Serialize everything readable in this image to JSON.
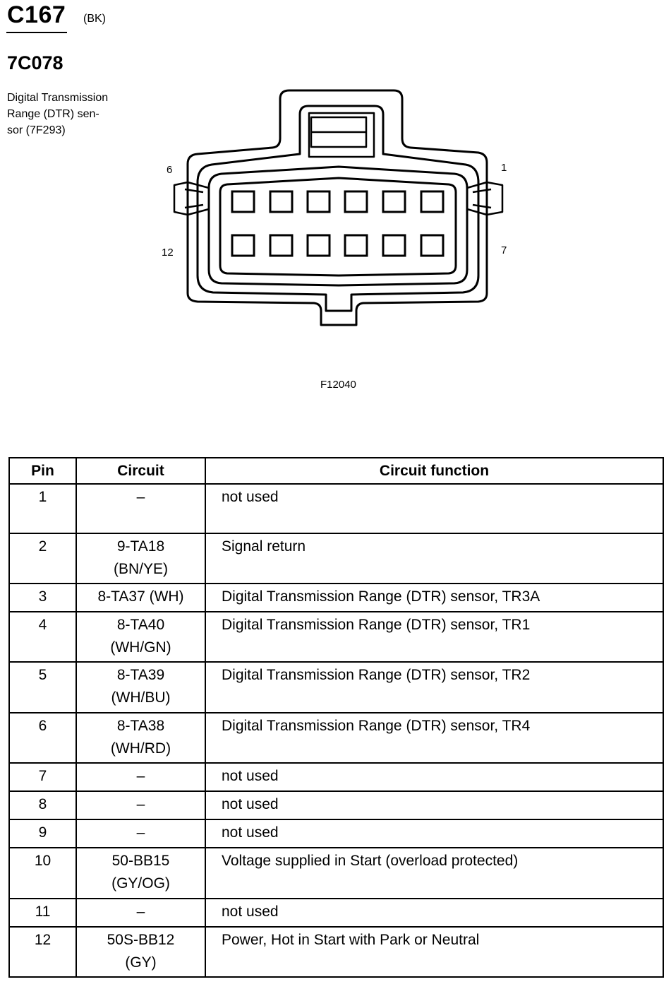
{
  "header": {
    "connector_id": "C167",
    "connector_color": "(BK)",
    "part_number": "7C078",
    "description": "Digital Transmission\nRange (DTR) sen-\nsor (7F293)"
  },
  "diagram": {
    "pin_labels": {
      "top_right": "1",
      "top_left": "6",
      "bottom_right": "7",
      "bottom_left": "12"
    },
    "figure_ref": "F12040"
  },
  "table": {
    "headers": {
      "pin": "Pin",
      "circuit": "Circuit",
      "function": "Circuit function"
    },
    "rows": [
      {
        "pin": "1",
        "circuit": "–",
        "function": "not used"
      },
      {
        "pin": "2",
        "circuit": "9-TA18\n(BN/YE)",
        "function": "Signal return"
      },
      {
        "pin": "3",
        "circuit": "8-TA37 (WH)",
        "function": "Digital Transmission Range (DTR) sensor, TR3A"
      },
      {
        "pin": "4",
        "circuit": "8-TA40\n(WH/GN)",
        "function": "Digital Transmission Range (DTR) sensor, TR1"
      },
      {
        "pin": "5",
        "circuit": "8-TA39\n(WH/BU)",
        "function": "Digital Transmission Range (DTR) sensor, TR2"
      },
      {
        "pin": "6",
        "circuit": "8-TA38\n(WH/RD)",
        "function": "Digital Transmission Range (DTR) sensor, TR4"
      },
      {
        "pin": "7",
        "circuit": "–",
        "function": "not used"
      },
      {
        "pin": "8",
        "circuit": "–",
        "function": "not used"
      },
      {
        "pin": "9",
        "circuit": "–",
        "function": "not used"
      },
      {
        "pin": "10",
        "circuit": "50-BB15\n(GY/OG)",
        "function": "Voltage supplied in Start (overload protected)"
      },
      {
        "pin": "11",
        "circuit": "–",
        "function": "not used"
      },
      {
        "pin": "12",
        "circuit": "50S-BB12\n(GY)",
        "function": "Power, Hot in Start with Park or Neutral"
      }
    ]
  }
}
